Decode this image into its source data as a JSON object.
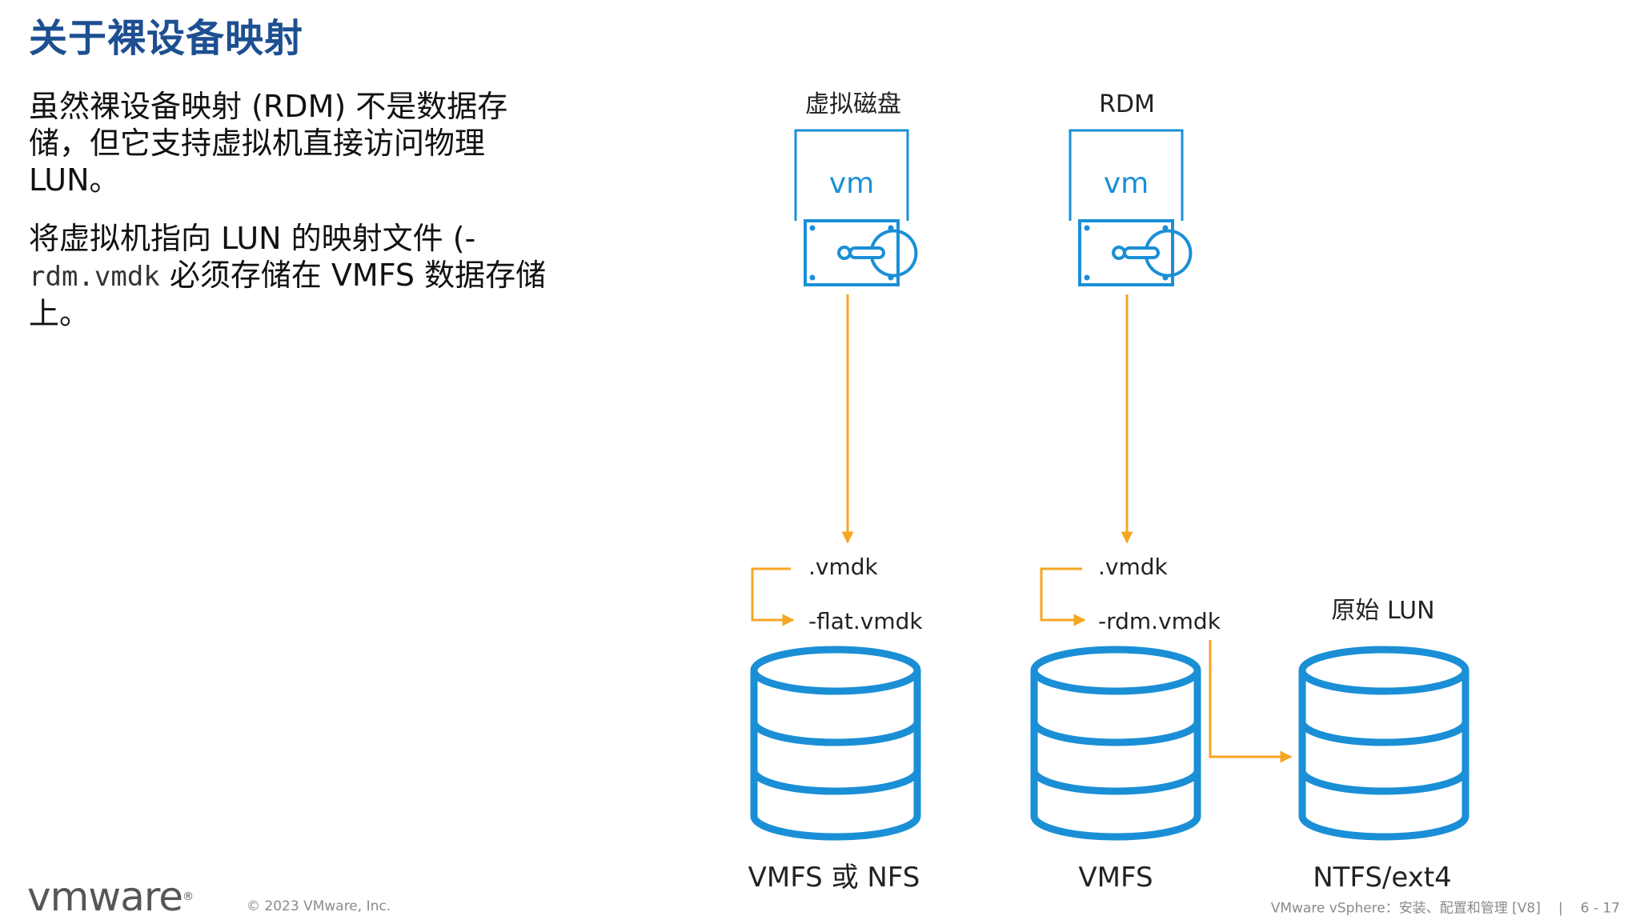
{
  "slide": {
    "title": "关于裸设备映射",
    "para1": "虽然裸设备映射 (RDM) 不是数据存储，但它支持虚拟机直接访问物理 LUN。",
    "para2_before": "将虚拟机指向 LUN 的映射文件 (-",
    "para2_code": "rdm.vmdk",
    "para2_after": " 必须存储在 VMFS 数据存储上。"
  },
  "diagram": {
    "virtual_disk": {
      "label": "虚拟磁盘",
      "vm_label": "vm",
      "file_top": ".vmdk",
      "file_bottom": "-flat.vmdk",
      "datastore_label": "VMFS 或 NFS"
    },
    "rdm": {
      "label": "RDM",
      "vm_label": "vm",
      "file_top": ".vmdk",
      "file_bottom": "-rdm.vmdk",
      "datastore_label": "VMFS"
    },
    "raw_lun": {
      "label": "原始 LUN",
      "datastore_label": "NTFS/ext4"
    },
    "colors": {
      "blue": "#1a8fd6",
      "orange": "#f5a623"
    }
  },
  "footer": {
    "logo": "vmware",
    "copyright": "© 2023 VMware, Inc.",
    "course": "VMware vSphere：安装、配置和管理 [V8]",
    "separator": "|",
    "page": "6 - 17"
  }
}
